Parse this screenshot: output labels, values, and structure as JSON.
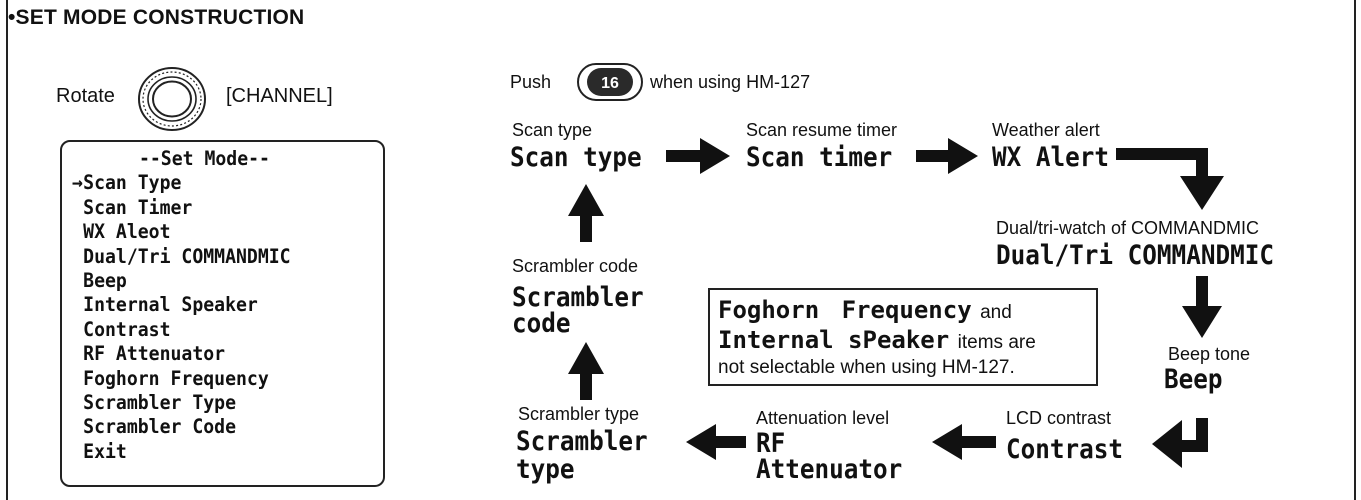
{
  "title": "•SET MODE CONSTRUCTION",
  "rotate": {
    "prefix": "Rotate",
    "knob_label": "[CHANNEL]",
    "icon": "channel-knob-icon"
  },
  "push": {
    "prefix": "Push",
    "key_label": "16",
    "suffix": "when using HM-127",
    "icon": "key-16-icon"
  },
  "menu": {
    "header": "--Set Mode--",
    "cursor": "→",
    "items": [
      "Scan Type",
      "Scan Timer",
      "WX Aleot",
      "Dual/Tri COMMANDMIC",
      "Beep",
      "Internal Speaker",
      "Contrast",
      "RF Attenuator",
      "Foghorn Frequency",
      "Scrambler Type",
      "Scrambler Code",
      "Exit"
    ]
  },
  "flow": {
    "scan_type": {
      "caption": "Scan type",
      "lcd": "Scan type"
    },
    "scan_timer": {
      "caption": "Scan resume timer",
      "lcd": "Scan timer"
    },
    "wx": {
      "caption": "Weather alert",
      "lcd": "WX Alert"
    },
    "dual": {
      "caption": "Dual/tri-watch of COMMANDMIC",
      "lcd": "Dual/Tri COMMANDMIC"
    },
    "beep": {
      "caption": "Beep tone",
      "lcd": "Beep"
    },
    "contrast": {
      "caption": "LCD contrast",
      "lcd": "Contrast"
    },
    "rf": {
      "caption": "Attenuation level",
      "lcd1": "RF",
      "lcd2": "Attenuator"
    },
    "scr_type": {
      "caption": "Scrambler type",
      "lcd1": "Scrambler",
      "lcd2": "type"
    },
    "scr_code": {
      "caption": "Scrambler code",
      "lcd1": "Scrambler",
      "lcd2": "code"
    }
  },
  "note": {
    "lcd1": "Foghorn",
    "lcd2": "Frequency",
    "and": "and",
    "lcd3": "Internal sPeaker",
    "text2": "items are",
    "text3": "not selectable when using HM-127."
  }
}
